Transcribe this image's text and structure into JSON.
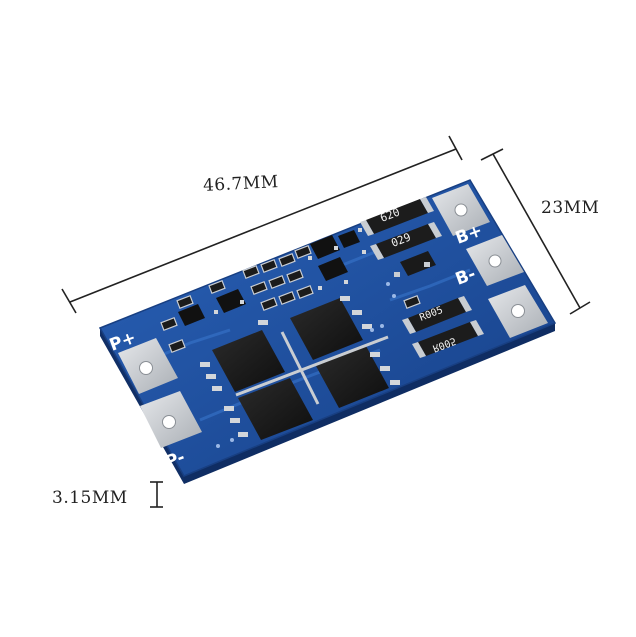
{
  "dimensions": {
    "length_label": "46.7MM",
    "width_label": "23MM",
    "thickness_label": "3.15MM"
  },
  "board": {
    "pad_labels": {
      "b_plus": "B+",
      "b_minus": "B-",
      "p_plus": "P+",
      "p_minus": "P-"
    },
    "resistor_codes": {
      "r1": "620",
      "r2": "029",
      "r3": "R005",
      "r4": "R005"
    }
  },
  "colors": {
    "pcb_blue": "#1f4f9c",
    "pad_silver": "#c9cdd2",
    "chip_black": "#1a1a1a",
    "background": "#ffffff"
  }
}
